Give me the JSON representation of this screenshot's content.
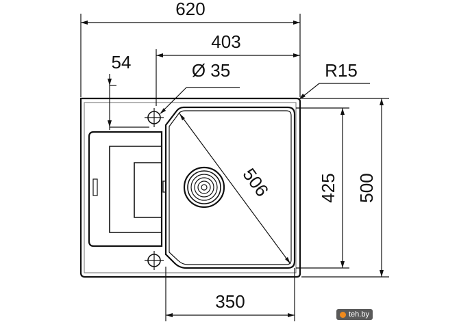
{
  "dimensions": {
    "overall_width": "620",
    "bowl_section_width": "403",
    "drainer_offset": "54",
    "tap_hole": "Ø 35",
    "corner_radius": "R15",
    "bowl_diagonal": "506",
    "bowl_depth": "425",
    "overall_depth": "500",
    "bowl_width": "350"
  },
  "watermark": {
    "text": "teh.by"
  },
  "colors": {
    "line": "#111111",
    "gray_line": "#8a8a8a",
    "watermark_bg": "#5a5a5a",
    "watermark_icon": "#f08a1c"
  }
}
